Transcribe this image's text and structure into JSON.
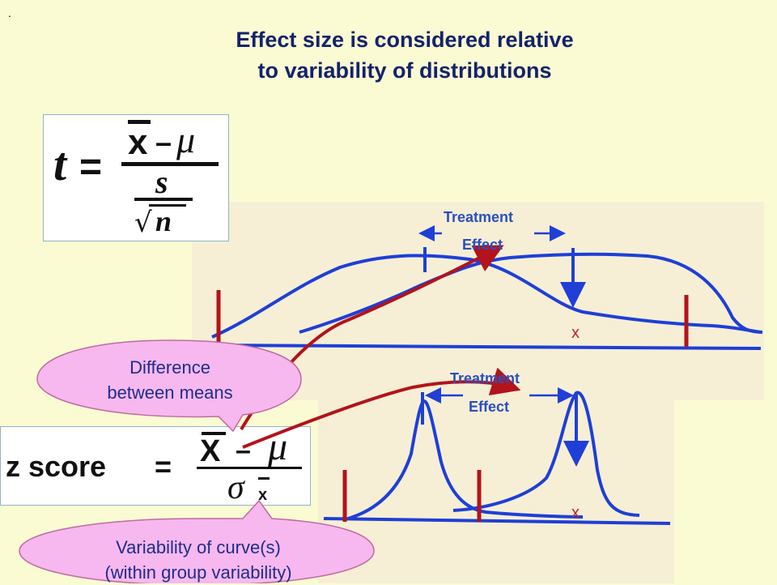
{
  "slide": {
    "dot": ".",
    "title_line1": "Effect size is considered relative",
    "title_line2": "to variability of distributions"
  },
  "top_chart": {
    "label_line1": "Treatment",
    "label_line2": "Effect",
    "x_marker": "x"
  },
  "bottom_chart": {
    "label_line1": "Treatment",
    "label_line2": "Effect",
    "x_marker": "x"
  },
  "t_formula": {
    "lhs": "t",
    "equals": "=",
    "numerator_x": "x",
    "minus": "–",
    "mu": "μ",
    "s": "s",
    "sqrt": "√",
    "n": "n"
  },
  "z_formula": {
    "label": "z score",
    "equals": "=",
    "numerator_x": "X",
    "minus": "–",
    "mu": "μ",
    "sigma": "σ",
    "subscript_x": "x"
  },
  "callouts": {
    "difference_line1": "Difference",
    "difference_line2": "between means",
    "variability_line1": "Variability of curve(s)",
    "variability_line2": "(within group variability)"
  },
  "colors": {
    "curve_blue": "#1f3fd6",
    "mean_red": "#b3131a",
    "arrow_red": "#b3131a",
    "callout_fill": "#f6b8ee",
    "callout_stroke": "#c06aa0",
    "title_navy": "#14236b"
  }
}
